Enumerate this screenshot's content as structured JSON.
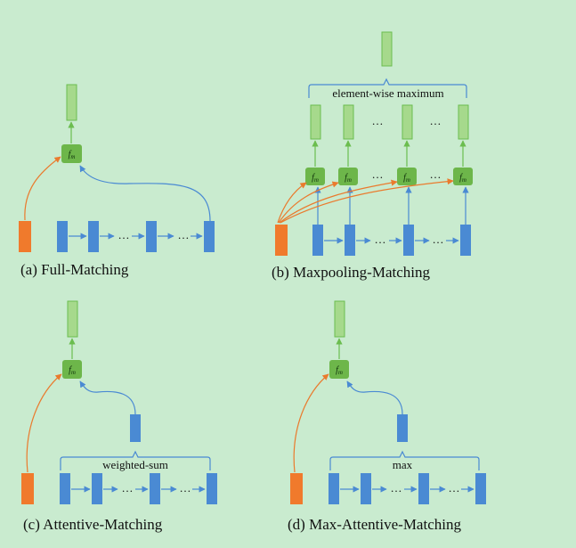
{
  "panels": {
    "a": {
      "caption": "(a) Full-Matching"
    },
    "b": {
      "caption": "(b) Maxpooling-Matching",
      "aggregate_label": "element-wise maximum"
    },
    "c": {
      "caption": "(c) Attentive-Matching",
      "aggregate_label": "weighted-sum"
    },
    "d": {
      "caption": "(d) Max-Attentive-Matching",
      "aggregate_label": "max"
    }
  },
  "matching_function_label": "fm",
  "ellipsis": "…",
  "colors": {
    "background": "#c9ebcf",
    "query_vector": "#f07a2c",
    "sequence_vector": "#4a8ad3",
    "output_vector": "#a6d98c",
    "matching_node": "#6db64a",
    "arrow_orange": "#ea7a2d",
    "arrow_blue": "#4a8ad3",
    "arrow_green": "#6bbd4f"
  }
}
